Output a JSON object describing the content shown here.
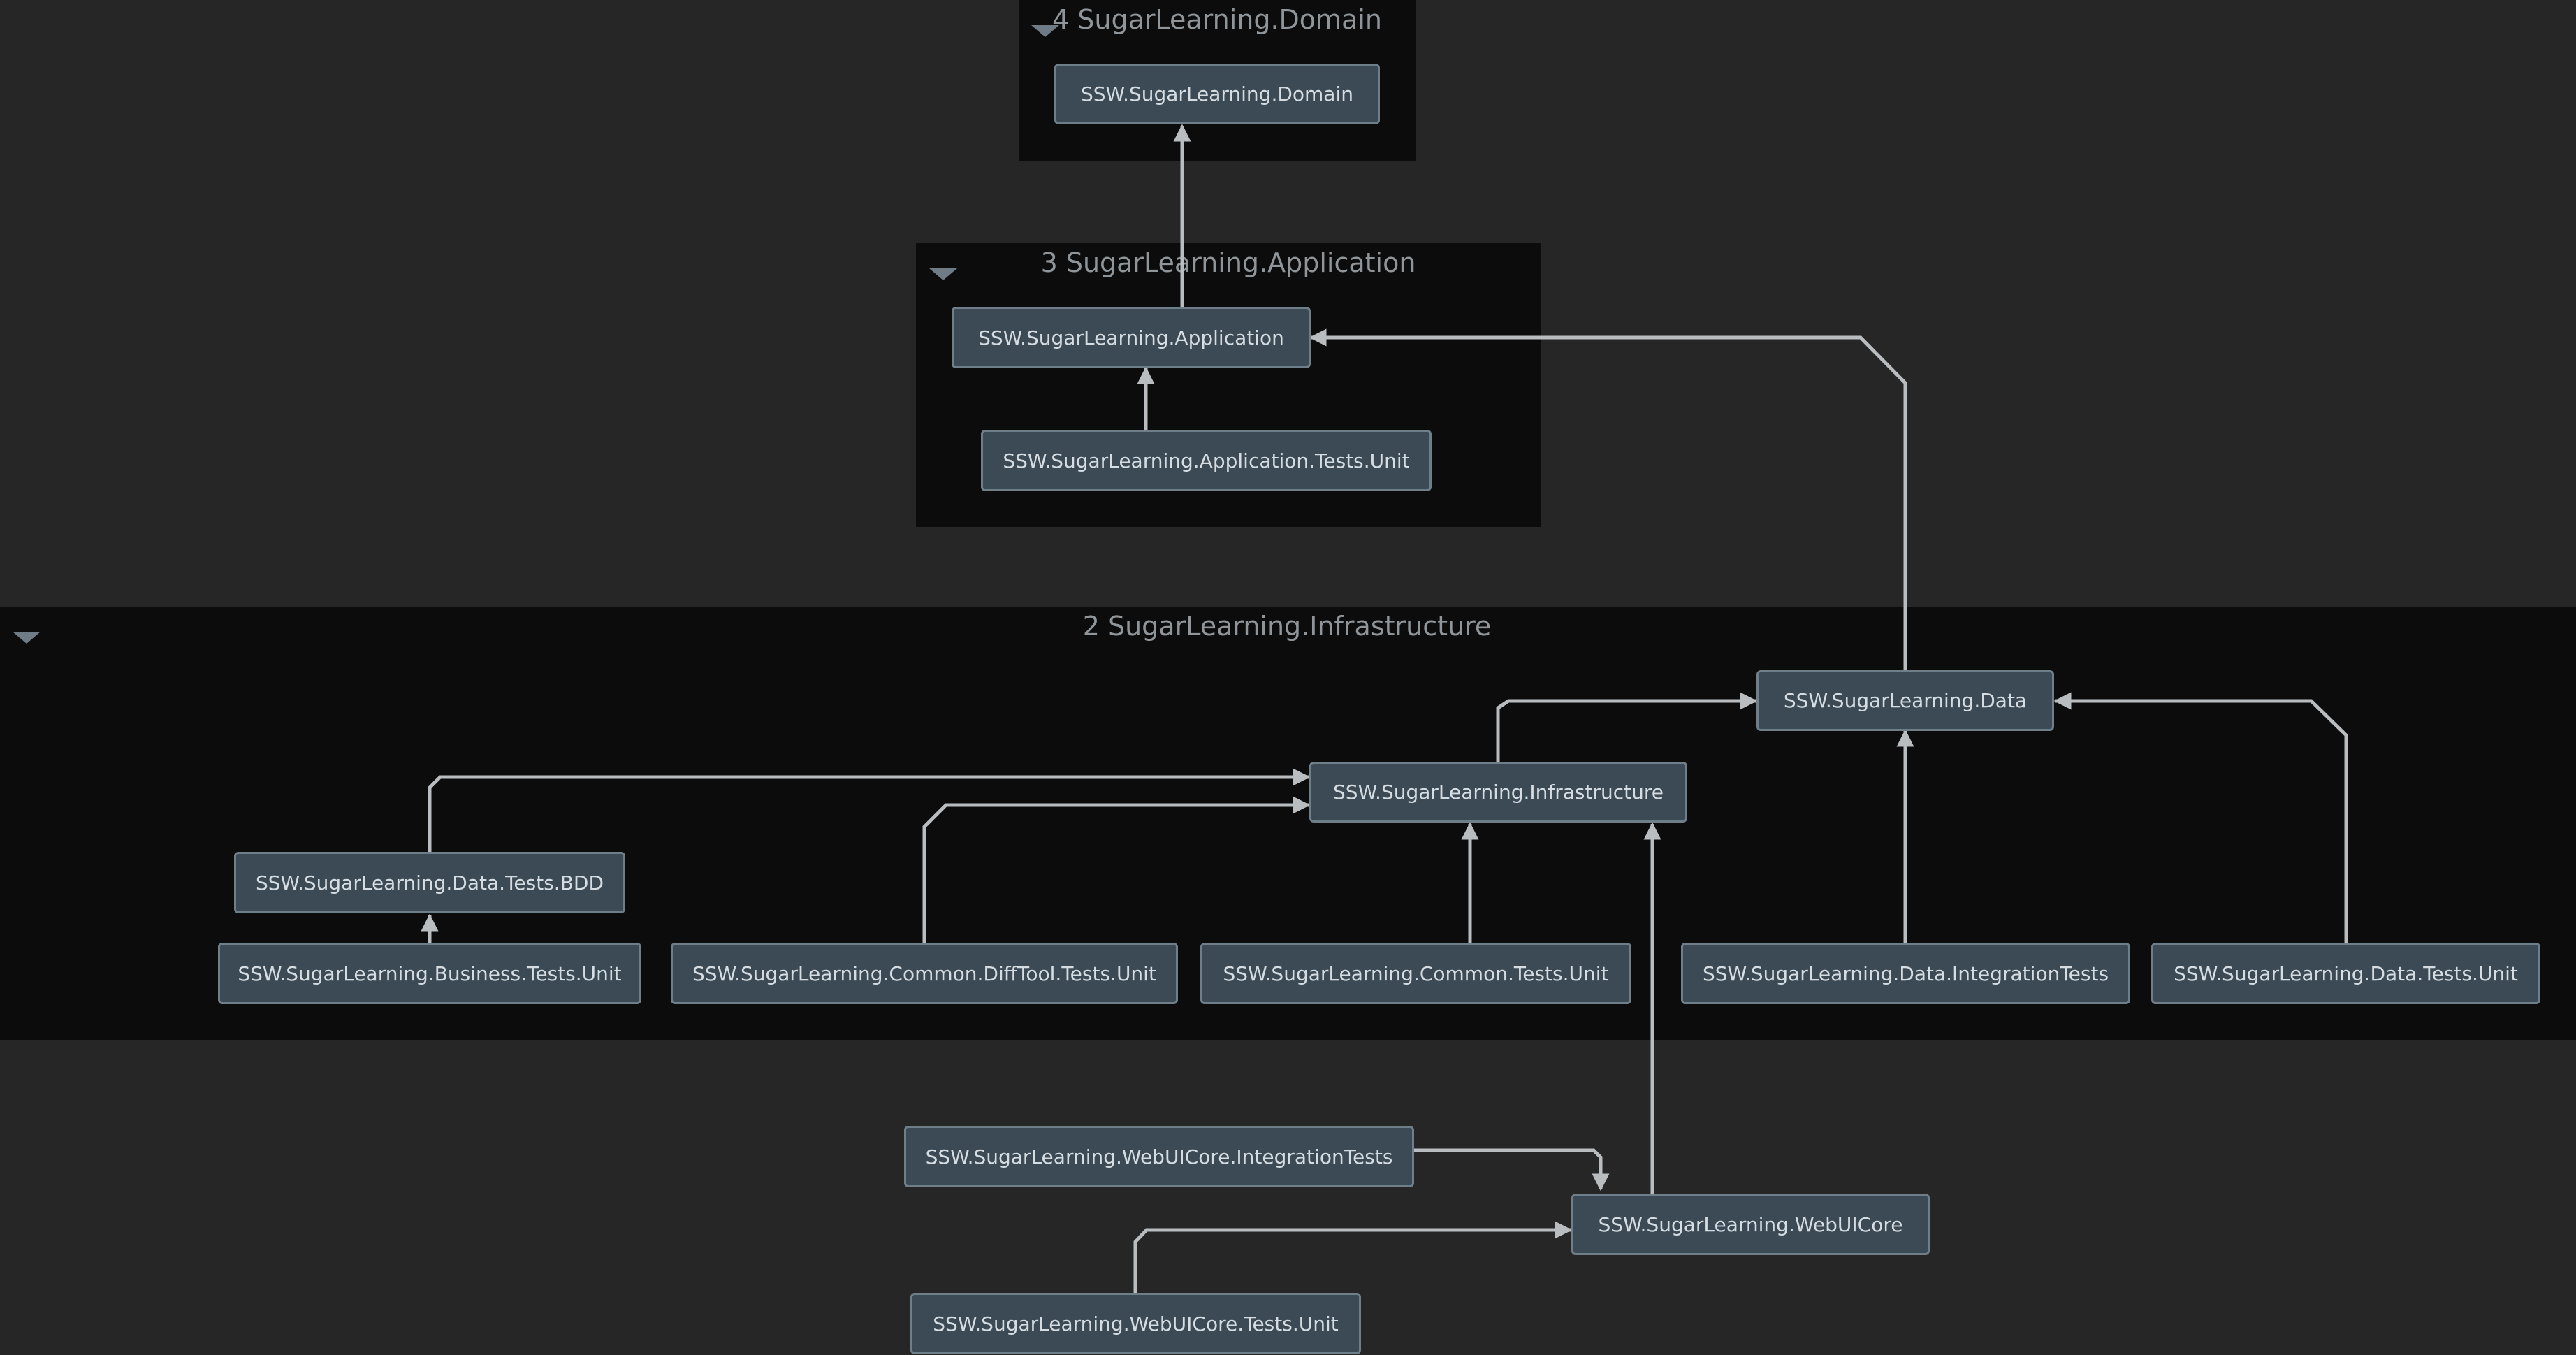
{
  "groups": [
    {
      "id": "domain",
      "title": "4 SugarLearning.Domain"
    },
    {
      "id": "application",
      "title": "3 SugarLearning.Application"
    },
    {
      "id": "infrastructure",
      "title": "2 SugarLearning.Infrastructure"
    }
  ],
  "nodes": {
    "domain": "SSW.SugarLearning.Domain",
    "application": "SSW.SugarLearning.Application",
    "application_tests_unit": "SSW.SugarLearning.Application.Tests.Unit",
    "data": "SSW.SugarLearning.Data",
    "infrastructure": "SSW.SugarLearning.Infrastructure",
    "data_tests_bdd": "SSW.SugarLearning.Data.Tests.BDD",
    "business_tests_unit": "SSW.SugarLearning.Business.Tests.Unit",
    "common_difftool_tests_unit": "SSW.SugarLearning.Common.DiffTool.Tests.Unit",
    "common_tests_unit": "SSW.SugarLearning.Common.Tests.Unit",
    "data_integrationtests": "SSW.SugarLearning.Data.IntegrationTests",
    "data_tests_unit": "SSW.SugarLearning.Data.Tests.Unit",
    "webuicore_integrationtests": "SSW.SugarLearning.WebUICore.IntegrationTests",
    "webuicore": "SSW.SugarLearning.WebUICore",
    "webuicore_tests_unit": "SSW.SugarLearning.WebUICore.Tests.Unit"
  },
  "edges": [
    {
      "from": "application",
      "to": "domain"
    },
    {
      "from": "application_tests_unit",
      "to": "application"
    },
    {
      "from": "data",
      "to": "application"
    },
    {
      "from": "infrastructure",
      "to": "data"
    },
    {
      "from": "data_integrationtests",
      "to": "data"
    },
    {
      "from": "data_tests_unit",
      "to": "data"
    },
    {
      "from": "data_tests_bdd",
      "to": "infrastructure"
    },
    {
      "from": "common_difftool_tests_unit",
      "to": "infrastructure"
    },
    {
      "from": "common_tests_unit",
      "to": "infrastructure"
    },
    {
      "from": "webuicore",
      "to": "infrastructure"
    },
    {
      "from": "business_tests_unit",
      "to": "data_tests_bdd"
    },
    {
      "from": "webuicore_integrationtests",
      "to": "webuicore"
    },
    {
      "from": "webuicore_tests_unit",
      "to": "webuicore"
    }
  ],
  "colors": {
    "background": "#262626",
    "group_background": "#0c0c0c",
    "node_fill": "#3b4a55",
    "node_border": "#6e7f8a",
    "node_text": "#d6dde2",
    "group_title": "#8f9599",
    "edge": "#b9bdc0"
  }
}
